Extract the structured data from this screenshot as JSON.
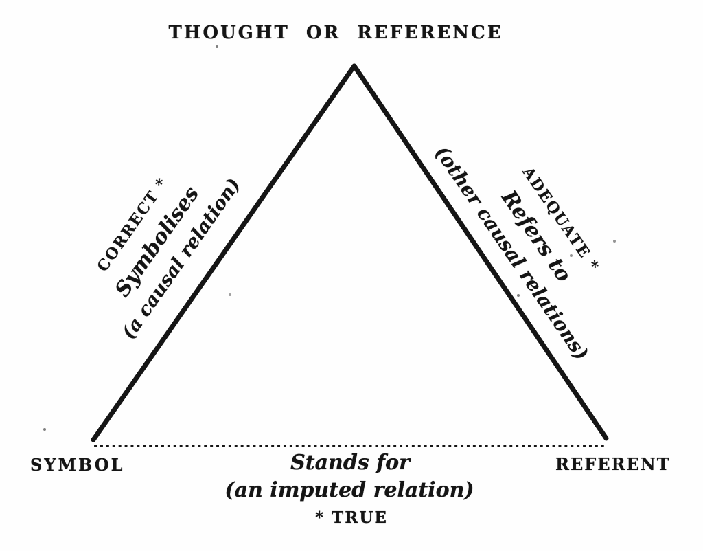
{
  "title": "THOUGHT OR REFERENCE",
  "left_edge": {
    "label": "CORRECT *",
    "relation": "Symbolises",
    "qualifier": "(a causal relation)"
  },
  "right_edge": {
    "label": "ADEQUATE *",
    "relation": "Refers to",
    "qualifier": "(other causal relations)"
  },
  "base": {
    "left_vertex": "SYMBOL",
    "right_vertex": "REFERENT",
    "relation": "Stands for",
    "qualifier": "(an imputed relation)"
  },
  "footnote": "* TRUE",
  "colors": {
    "ink": "#151515",
    "background": "#fefefe"
  }
}
